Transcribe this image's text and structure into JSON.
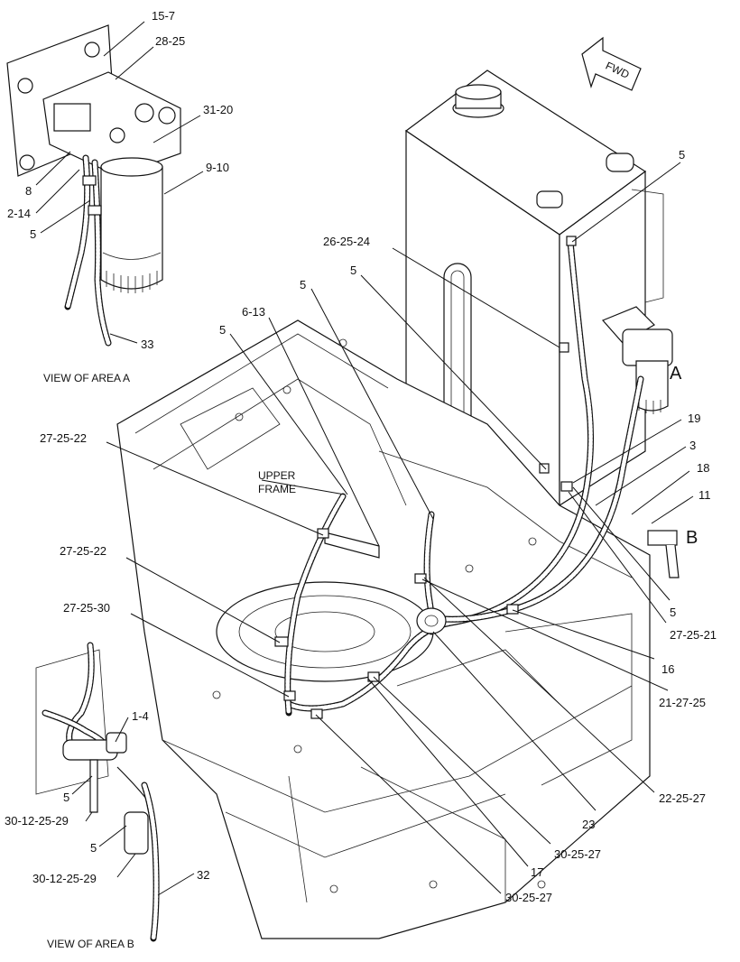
{
  "labels": {
    "l_15_7": "15-7",
    "l_28_25": "28-25",
    "l_31_20": "31-20",
    "l_9_10": "9-10",
    "l_8": "8",
    "l_2_14": "2-14",
    "l_5_a": "5",
    "l_33": "33",
    "l_5_tank": "5",
    "l_26_25_24": "26-25-24",
    "l_5_mid1": "5",
    "l_5_mid2": "5",
    "l_6_13": "6-13",
    "l_5_mid3": "5",
    "l_19": "19",
    "l_3": "3",
    "l_18": "18",
    "l_11": "11",
    "l_27_25_22_a": "27-25-22",
    "l_27_25_22_b": "27-25-22",
    "l_27_25_30": "27-25-30",
    "l_5_right": "5",
    "l_27_25_21": "27-25-21",
    "l_16": "16",
    "l_21_27_25": "21-27-25",
    "l_22_25_27": "22-25-27",
    "l_23": "23",
    "l_30_25_27_a": "30-25-27",
    "l_17": "17",
    "l_30_25_27_b": "30-25-27",
    "l_1_4": "1-4",
    "l_5_b1": "5",
    "l_30_12_25_29_a": "30-12-25-29",
    "l_5_b2": "5",
    "l_30_12_25_29_b": "30-12-25-29",
    "l_32": "32"
  },
  "captions": {
    "view_a": "VIEW OF AREA A",
    "view_b": "VIEW OF AREA B",
    "upper": "UPPER",
    "frame": "FRAME",
    "fwd": "FWD",
    "area_a": "A",
    "area_b": "B"
  }
}
